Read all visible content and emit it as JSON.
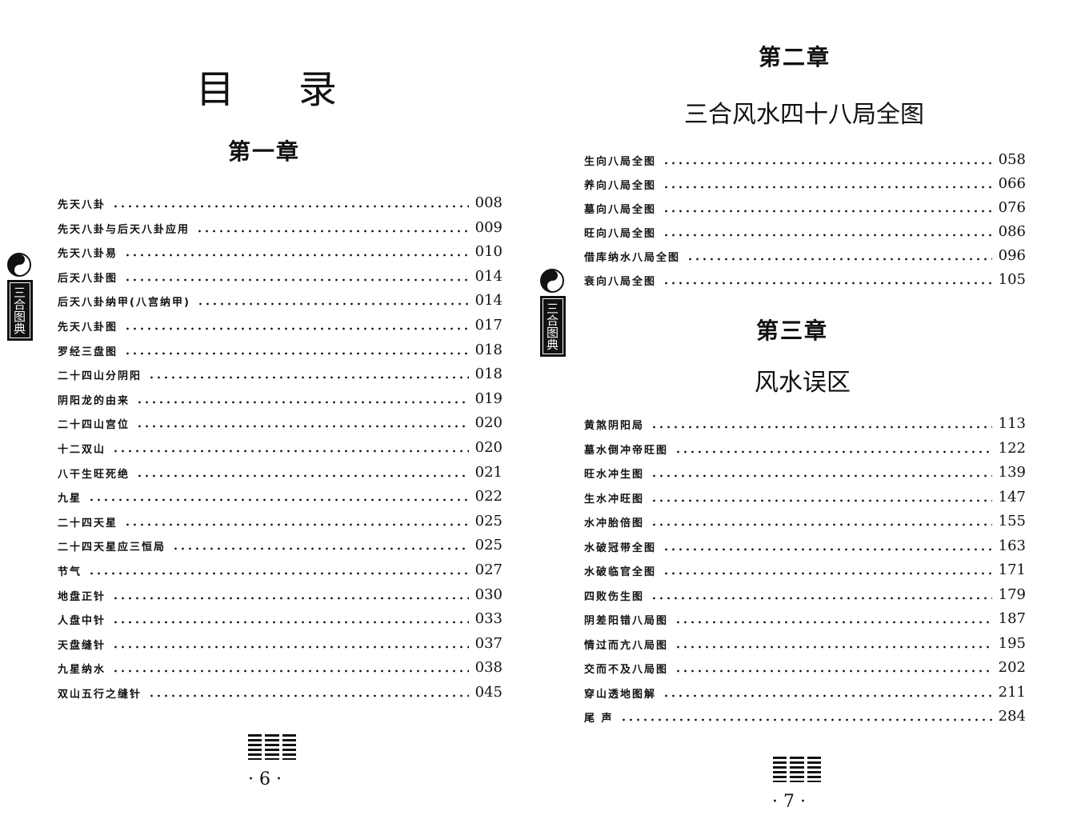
{
  "left_page": {
    "title": "目录",
    "chapter": "第一章",
    "entries": [
      {
        "name": "先天八卦",
        "page": "008"
      },
      {
        "name": "先天八卦与后天八卦应用",
        "page": "009"
      },
      {
        "name": "先天八卦易",
        "page": "010"
      },
      {
        "name": "后天八卦图",
        "page": "014"
      },
      {
        "name": "后天八卦纳甲(八宫纳甲)",
        "page": "014"
      },
      {
        "name": "先天八卦图",
        "page": "017"
      },
      {
        "name": "罗经三盘图",
        "page": "018"
      },
      {
        "name": "二十四山分阴阳",
        "page": "018"
      },
      {
        "name": "阴阳龙的由来",
        "page": "019"
      },
      {
        "name": "二十四山宫位",
        "page": "020"
      },
      {
        "name": "十二双山",
        "page": "020"
      },
      {
        "name": "八干生旺死绝",
        "page": "021"
      },
      {
        "name": "九星",
        "page": "022"
      },
      {
        "name": "二十四天星",
        "page": "025"
      },
      {
        "name": "二十四天星应三恒局",
        "page": "025"
      },
      {
        "name": "节气",
        "page": "027"
      },
      {
        "name": "地盘正针",
        "page": "030"
      },
      {
        "name": "人盘中针",
        "page": "033"
      },
      {
        "name": "天盘缝针",
        "page": "037"
      },
      {
        "name": "九星纳水",
        "page": "038"
      },
      {
        "name": "双山五行之缝针",
        "page": "045"
      }
    ],
    "side_tab": "三合图典",
    "page_number": "· 6 ·"
  },
  "right_page": {
    "chapter2": "第二章",
    "chapter2_title": "三合风水四十八局全图",
    "chapter2_entries": [
      {
        "name": "生向八局全图",
        "page": "058"
      },
      {
        "name": "养向八局全图",
        "page": "066"
      },
      {
        "name": "墓向八局全图",
        "page": "076"
      },
      {
        "name": "旺向八局全图",
        "page": "086"
      },
      {
        "name": "借库纳水八局全图",
        "page": "096"
      },
      {
        "name": "衰向八局全图",
        "page": "105"
      }
    ],
    "chapter3": "第三章",
    "chapter3_title": "风水误区",
    "chapter3_entries": [
      {
        "name": "黄煞阴阳局",
        "page": "113"
      },
      {
        "name": "墓水倒冲帝旺图",
        "page": "122"
      },
      {
        "name": "旺水冲生图",
        "page": "139"
      },
      {
        "name": "生水冲旺图",
        "page": "147"
      },
      {
        "name": "水冲胎倍图",
        "page": "155"
      },
      {
        "name": "水破冠带全图",
        "page": "163"
      },
      {
        "name": "水破临官全图",
        "page": "171"
      },
      {
        "name": "四败伤生图",
        "page": "179"
      },
      {
        "name": "阴差阳错八局图",
        "page": "187"
      },
      {
        "name": "情过而亢八局图",
        "page": "195"
      },
      {
        "name": "交而不及八局图",
        "page": "202"
      },
      {
        "name": "穿山透地图解",
        "page": "211"
      },
      {
        "name": "尾    声",
        "page": "284"
      }
    ],
    "side_tab": "三合图典",
    "page_number": "· 7 ·"
  }
}
